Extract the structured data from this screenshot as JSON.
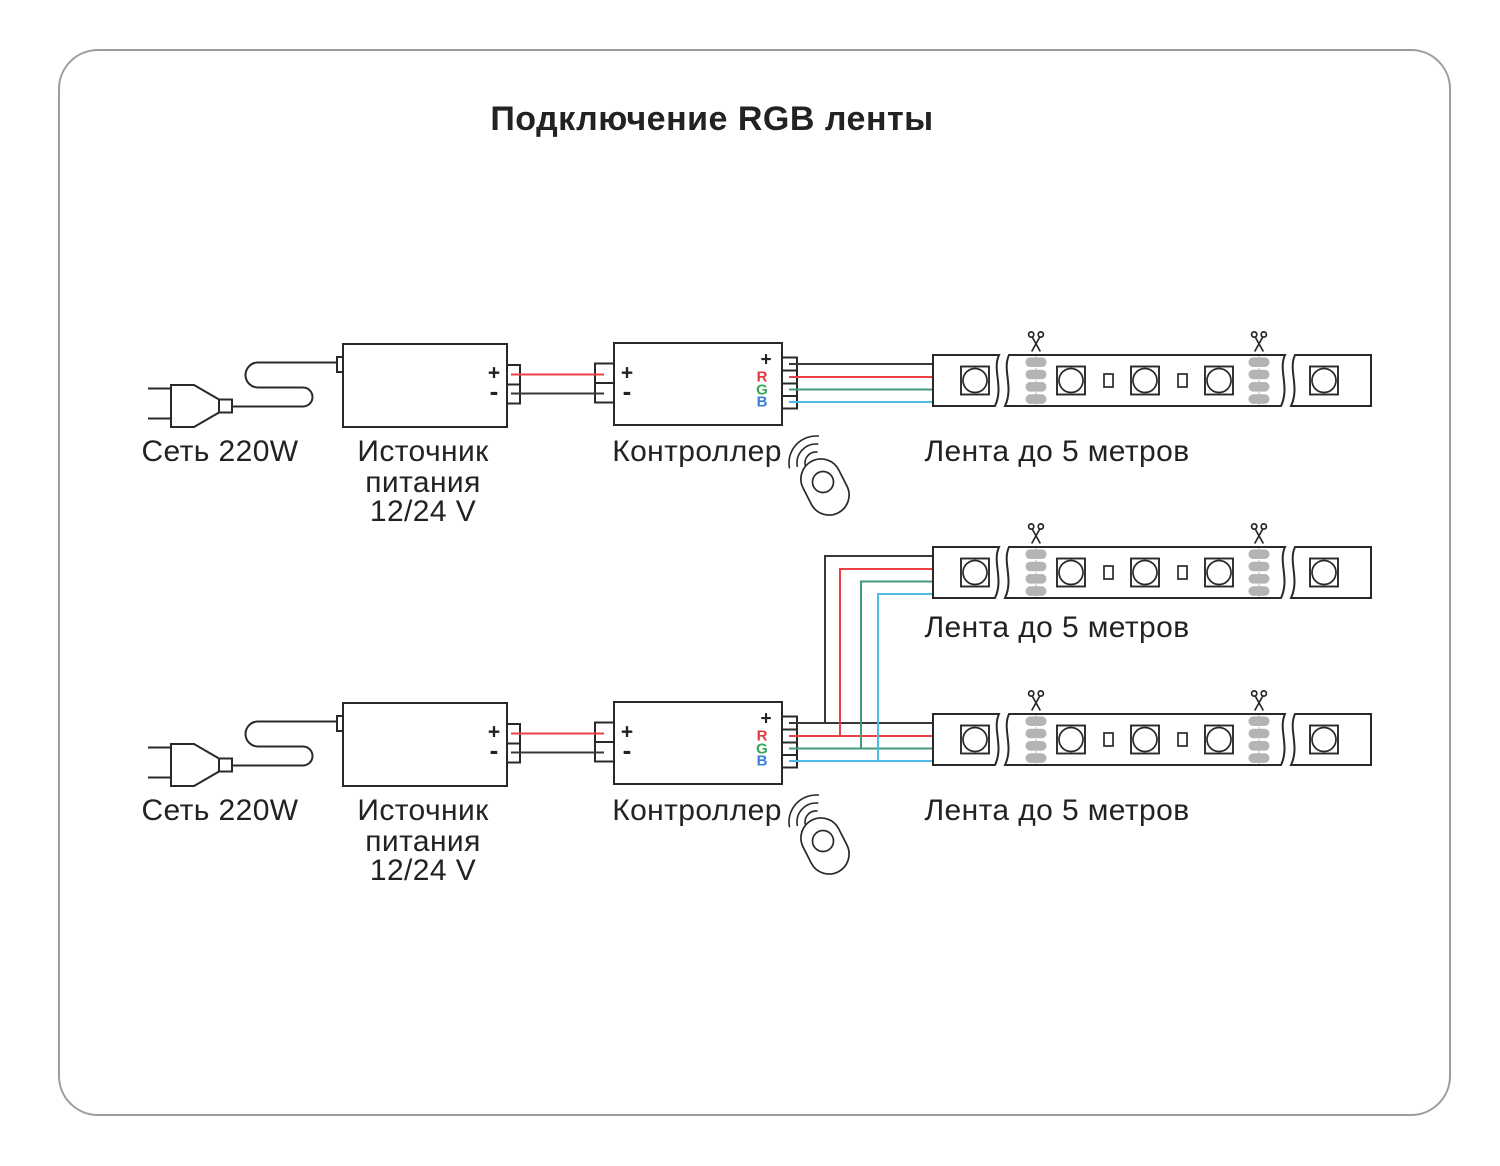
{
  "title": "Подключение RGB ленты",
  "sections": [
    {
      "mains_label": "Сеть 220W",
      "psu_label": [
        "Источник",
        "питания",
        "12/24 V"
      ],
      "controller_label": "Контроллер",
      "strip_labels": [
        "Лента до 5 метров"
      ]
    },
    {
      "mains_label": "Сеть 220W",
      "psu_label": [
        "Источник",
        "питания",
        "12/24 V"
      ],
      "controller_label": "Контроллер",
      "strip_labels": [
        "Лента до 5 метров",
        "Лента до 5 метров"
      ]
    }
  ],
  "terminals": {
    "plus": "+",
    "minus": "-",
    "red": "R",
    "green": "G",
    "blue": "B"
  },
  "icons": {
    "plug": "power-plug-icon",
    "scissors": "scissors-icon",
    "remote": "remote-control-icon",
    "wireless": "wireless-signal-icon"
  },
  "colors": {
    "text": "#242124",
    "outline": "#2b282c",
    "wire_black": "#39373a",
    "wire_red": "#ec4046",
    "wire_green": "#43997d",
    "wire_blue": "#4cbbe8",
    "label_red": "#e03a40",
    "label_green": "#3aa55c",
    "label_blue": "#3a7dd6",
    "pad_gray": "#b4b4b4",
    "border_gray": "#9d9d9d"
  }
}
